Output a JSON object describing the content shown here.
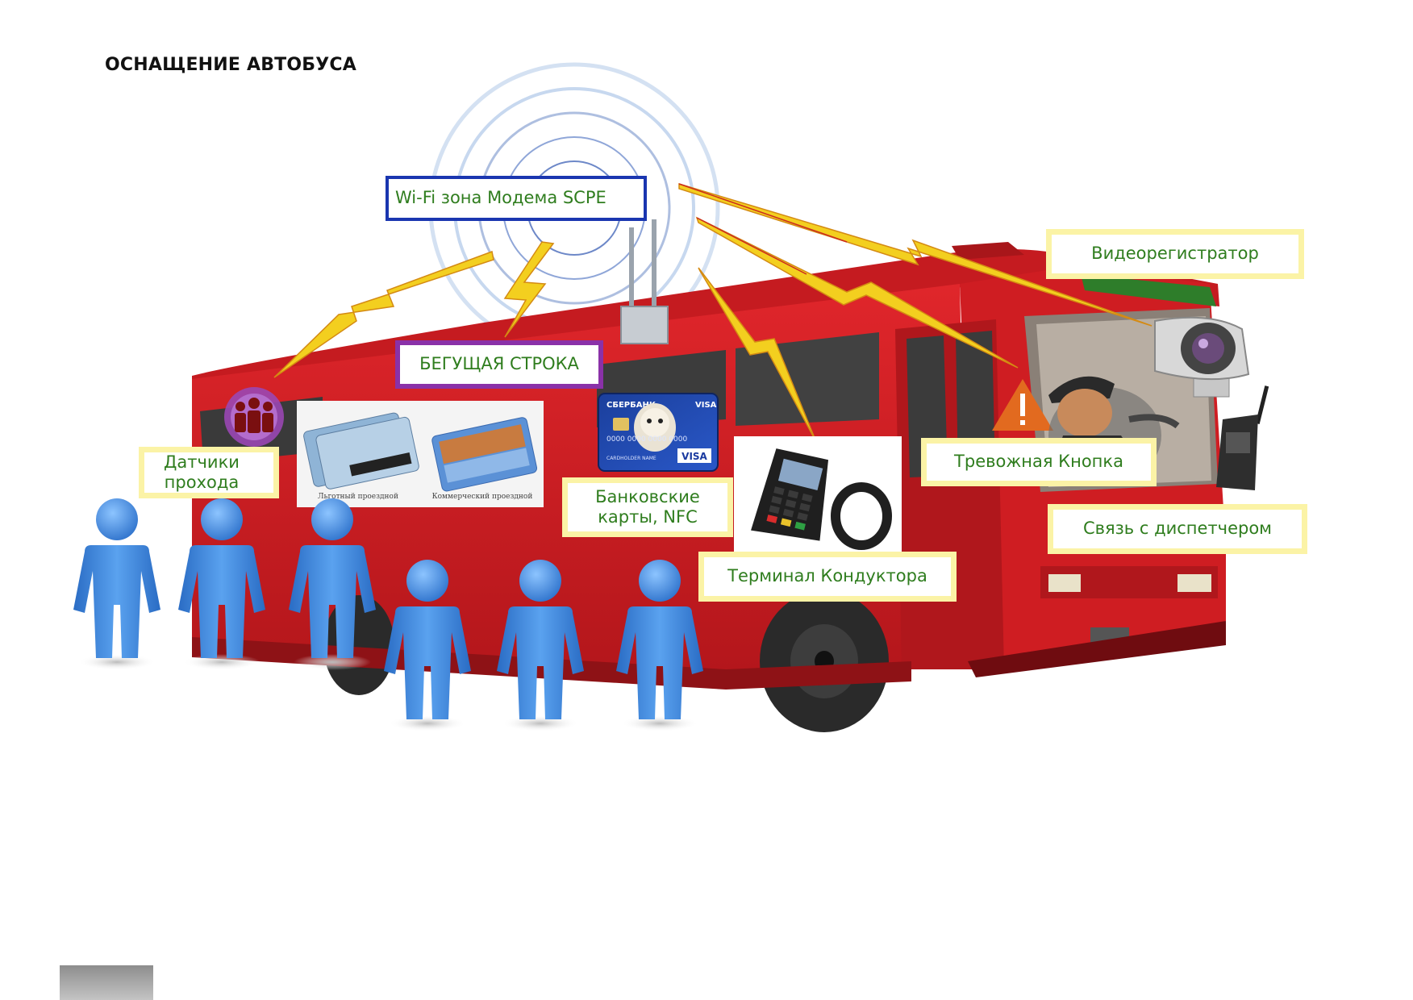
{
  "title": "ОСНАЩЕНИЕ АВТОБУСА",
  "labels": {
    "wifi": "Wi-Fi зона Модема SCPE",
    "ticker": "БЕГУЩАЯ СТРОКА",
    "camera": "Видеорегистратор",
    "sensors_line1": "Датчики",
    "sensors_line2": "прохода",
    "bank_line1": "Банковские",
    "bank_line2": "карты, NFC",
    "alarm": "Тревожная Кнопка",
    "dispatcher": "Связь с диспетчером",
    "terminal": "Терминал Кондуктора"
  },
  "cards": {
    "social_caption": "Льготный проездной",
    "commercial_caption": "Коммерческий проездной",
    "bank_name": "СБЕРБАНК",
    "visa": "VISA",
    "card_number": "0000 0000 0000 0000",
    "holder": "CARDHOLDER NAME"
  },
  "colors": {
    "bus_red": "#d01f24",
    "label_border": "#fbf3a6",
    "label_text": "#2f7d1e",
    "wifi_border": "#1a36b0",
    "ticker_border": "#8a31a8",
    "people_blue": "#3f86db",
    "lightning": "#f3cf1f"
  },
  "icons": [
    "wifi-rings",
    "antenna-modem",
    "people-sensor-icon",
    "video-camera-icon",
    "walkie-talkie-icon",
    "alarm-warning-icon",
    "driver-figure",
    "pos-terminal-icon",
    "lightning-bolt"
  ]
}
